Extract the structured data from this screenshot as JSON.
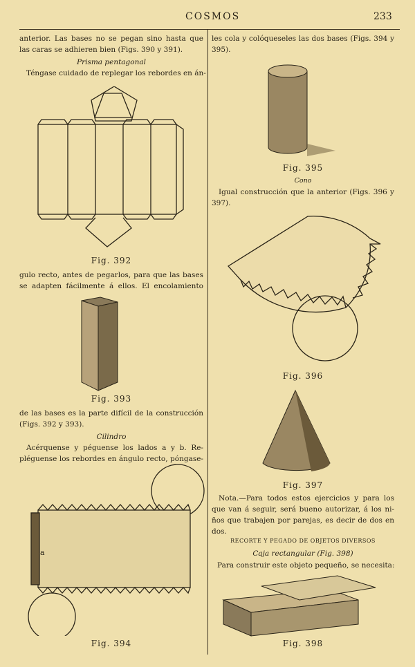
{
  "header": {
    "title": "COSMOS",
    "page_number": "233"
  },
  "left": {
    "p1": [
      "anterior. Las bases no se pegan sino hasta que",
      "las caras se adhieren bien (Figs. 390 y 391)."
    ],
    "h1": "Prisma pentagonal",
    "p2": [
      "Téngase cuidado de replegar los rebordes en án-"
    ],
    "fig392": "Fig. 392",
    "p3": [
      "gulo recto, antes de pegarlos, para que las bases",
      "se adapten fácilmente á ellos. El encolamiento"
    ],
    "fig393": "Fig. 393",
    "p4": [
      "de las bases es la parte difícil de la construcción",
      "(Figs. 392 y 393)."
    ],
    "h2": "Cilindro",
    "p5": [
      "Acérquense y péguense los lados a y b. Re-",
      "pléguense los rebordes en ángulo recto, póngase-"
    ],
    "fig394_label": "a",
    "fig394": "Fig. 394"
  },
  "right": {
    "p1": [
      "les cola y colóqueseles las dos bases (Figs. 394 y",
      "395)."
    ],
    "fig395": "Fig. 395",
    "h1": "Cono",
    "p2": [
      "Igual construcción que la anterior (Figs. 396 y",
      "397)."
    ],
    "fig396": "Fig. 396",
    "fig397": "Fig. 397",
    "p3": [
      "Nota.—Para todos estos ejercicios y para los",
      "que van á seguir, será bueno autorizar, á los ni-",
      "ños que trabajen por parejas, es decir de dos en",
      "dos."
    ],
    "h2": "RECORTE Y PEGADO DE OBJETOS DIVERSOS",
    "h3": "Caja rectangular (Fig. 398)",
    "p4": [
      "Para construir este objeto pequeño, se necesita:"
    ],
    "fig398": "Fig. 398"
  }
}
